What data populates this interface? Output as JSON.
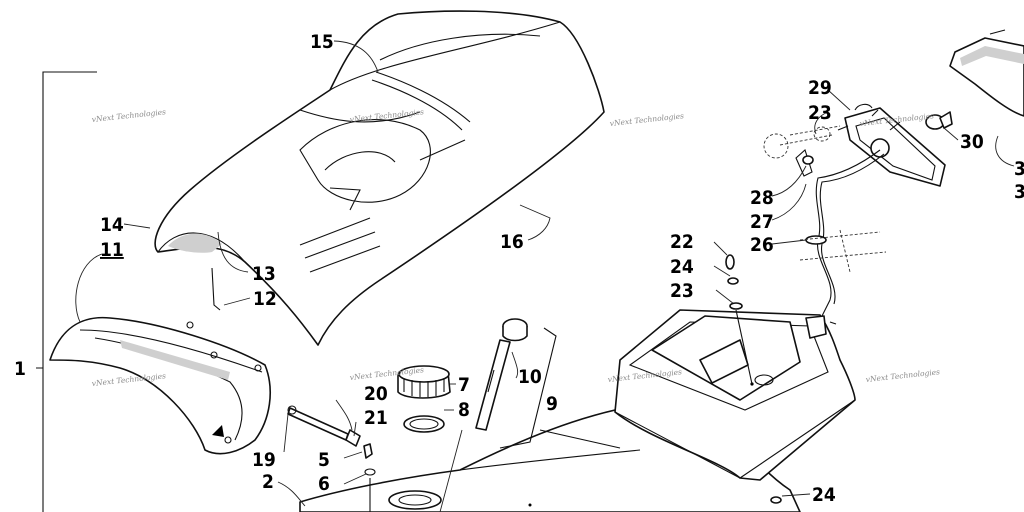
{
  "callouts": {
    "c1": "1",
    "c2": "2",
    "c3a": "3",
    "c3b": "3",
    "c5": "5",
    "c6": "6",
    "c7": "7",
    "c8": "8",
    "c9": "9",
    "c10": "10",
    "c11": "11",
    "c12": "12",
    "c13": "13",
    "c14": "14",
    "c15": "15",
    "c16": "16",
    "c19": "19",
    "c20": "20",
    "c21": "21",
    "c22": "22",
    "c23a": "23",
    "c23b": "23",
    "c24a": "24",
    "c24b": "24",
    "c26": "26",
    "c27": "27",
    "c28": "28",
    "c29": "29",
    "c30": "30"
  },
  "watermark": "vNext Technologies"
}
